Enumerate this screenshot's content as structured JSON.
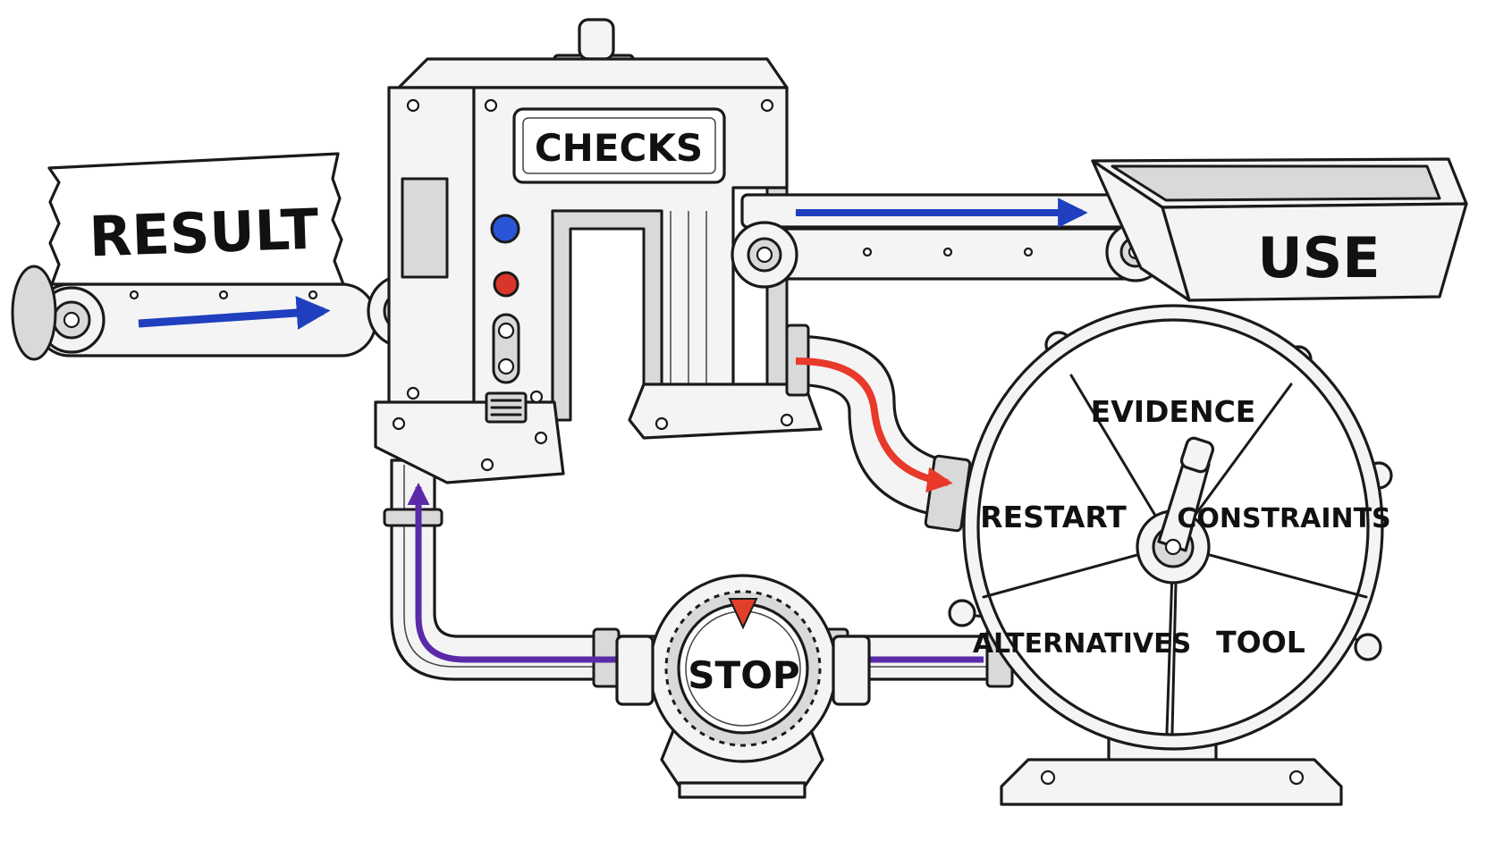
{
  "labels": {
    "result": "RESULT",
    "checks": "CHECKS",
    "use": "USE",
    "stop": "STOP",
    "wheel": {
      "evidence": "EVIDENCE",
      "restart": "RESTART",
      "constraints": "CONSTRAINTS",
      "alternatives": "ALTERNATIVES",
      "tool": "TOOL"
    }
  },
  "colors": {
    "flow_forward": "#1f3fbf",
    "flow_reject": "#e8392b",
    "flow_loop": "#5a2aa8",
    "indicator_blue": "#2a55d6",
    "indicator_red": "#d8352b",
    "stop_pointer": "#e0402a"
  }
}
